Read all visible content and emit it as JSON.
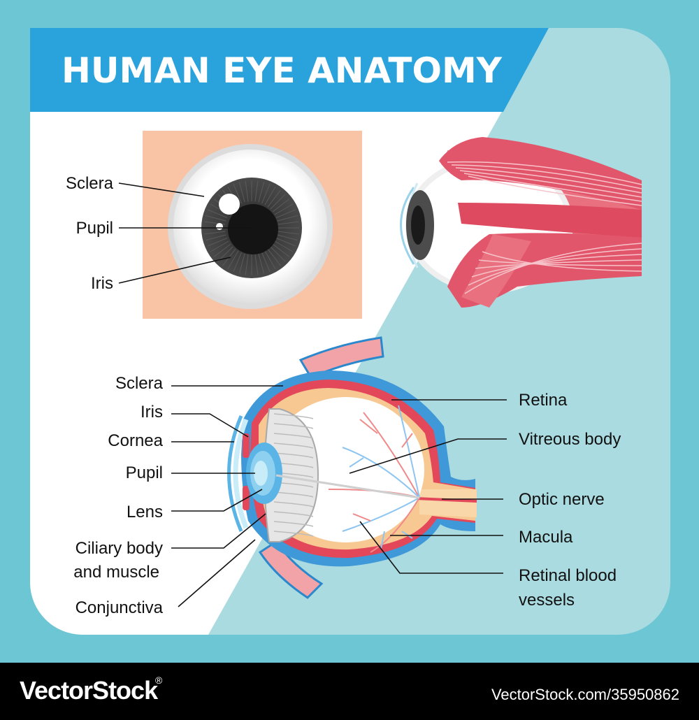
{
  "title": "HUMAN EYE ANATOMY",
  "front_view": {
    "labels": [
      "Sclera",
      "Pupil",
      "Iris"
    ]
  },
  "cross_section": {
    "left_labels": [
      "Sclera",
      "Iris",
      "Cornea",
      "Pupil",
      "Lens",
      "Ciliary body",
      "and muscle",
      "Conjunctiva"
    ],
    "right_labels": [
      "Retina",
      "Vitreous body",
      "Optic nerve",
      "Macula",
      "Retinal blood",
      "vessels"
    ]
  },
  "footer": {
    "brand": "VectorStock",
    "reg_mark": "®",
    "url": "VectorStock.com/35950862"
  },
  "colors": {
    "background": "#6cc6d3",
    "title_banner": "#2aa3dd",
    "skin_panel": "#f9c4a6",
    "muscle": "#e2566b",
    "footer": "#000000"
  }
}
